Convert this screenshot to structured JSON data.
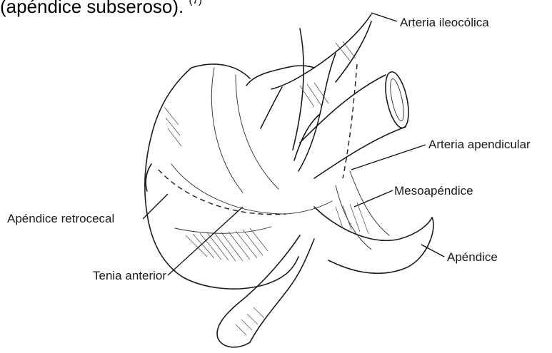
{
  "caption": {
    "text": "(apéndice subseroso).",
    "reference": "(7)"
  },
  "labels": {
    "arteria_ileocolica": "Arteria ileocólica",
    "arteria_apendicular": "Arteria apendicular",
    "mesoapendice": "Mesoapéndice",
    "apendice_retrocecal": "Apéndice retrocecal",
    "apendice": "Apéndice",
    "tenia_anterior": "Tenia anterior"
  }
}
